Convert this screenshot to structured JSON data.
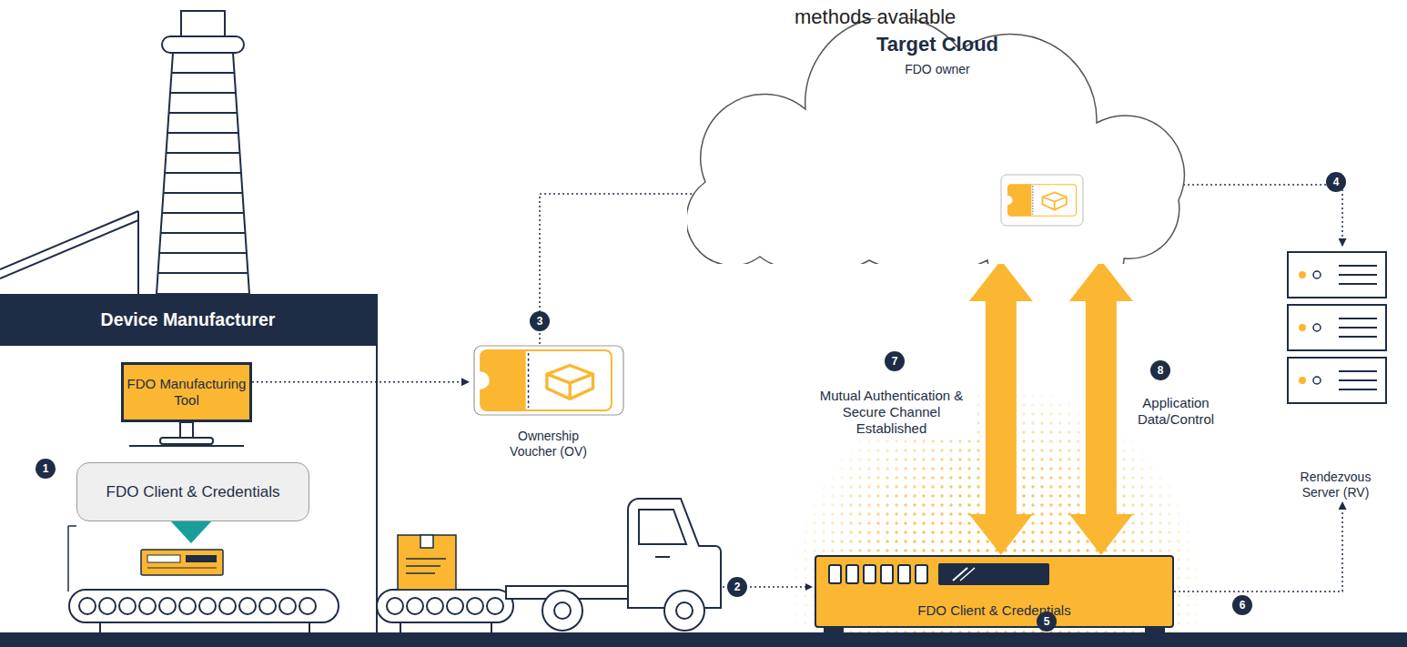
{
  "diagram": {
    "nodes": [
      {
        "text": [
          "Device Manufacturer"
        ]
      },
      {
        "text": [
          "FDO Manufacturing Tool"
        ],
        "in": 0
      },
      {
        "text": [
          "FDO Client & Credentials"
        ],
        "in": 0
      },
      {
        "text": [
          "Ownership Voucher (OV)"
        ]
      },
      {
        "text": [
          "Target Cloud",
          "FDO owner"
        ]
      },
      {
        "text": [
          "FDO Client & Credentials"
        ]
      },
      {
        "text": [
          "Rendezvous Server (RV)"
        ]
      }
    ],
    "edges": [
      {
        "from": 1,
        "to": 3,
        "arrow": "to"
      },
      {
        "from": 3,
        "to": 4,
        "arrow": "to"
      },
      {
        "from": 4,
        "to": 6,
        "arrow": "to"
      },
      {
        "from": 5,
        "to": 6,
        "arrow": "to"
      },
      {
        "from": 4,
        "to": 5,
        "label": "Mutual Authentication & Secure Channel Established",
        "arrow": "both"
      },
      {
        "from": 4,
        "to": 5,
        "label": "Application Data/Control",
        "arrow": "both"
      }
    ],
    "labels": [
      "methods available",
      "1",
      "2",
      "3",
      "4",
      "5",
      "6",
      "7",
      "8"
    ]
  }
}
